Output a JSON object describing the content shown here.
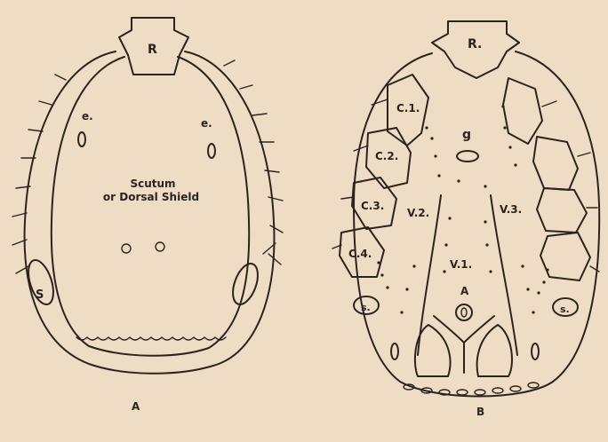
{
  "figure_a": {
    "rostrum": "R",
    "eye_left": "e.",
    "eye_right": "e.",
    "scutum_line1": "Scutum",
    "scutum_line2": "or Dorsal Shield",
    "spiracle": "S",
    "caption": "A"
  },
  "figure_b": {
    "rostrum": "R.",
    "coxa1": "C.1.",
    "coxa2": "C.2.",
    "coxa3": "C.3.",
    "coxa4": "C.4.",
    "genital": "g",
    "ventral2": "V.2.",
    "ventral3": "V.3.",
    "ventral1": "V.1.",
    "anus": "A",
    "spiracle_left": "s.",
    "spiracle_right": "s.",
    "caption": "B"
  },
  "colors": {
    "paper": "#eedcc4",
    "ink": "#2a2420"
  }
}
